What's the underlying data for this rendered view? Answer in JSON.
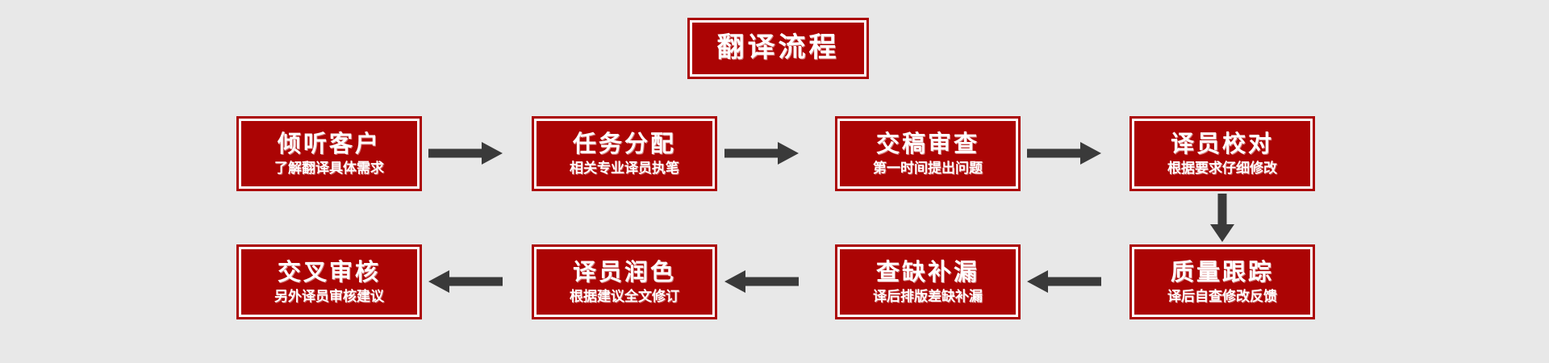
{
  "diagram": {
    "title": "翻译流程",
    "background_color": "#e8e8e8",
    "box_fill_color": "#ab0404",
    "box_border_color": "#ab0404",
    "box_inner_border_color": "#ffffff",
    "text_color": "#ffffff",
    "arrow_color": "#3a3a3a"
  },
  "nodes": [
    {
      "id": "step1",
      "title": "倾听客户",
      "subtitle": "了解翻译具体需求",
      "row": 1,
      "order": 1
    },
    {
      "id": "step2",
      "title": "任务分配",
      "subtitle": "相关专业译员执笔",
      "row": 1,
      "order": 2
    },
    {
      "id": "step3",
      "title": "交稿审查",
      "subtitle": "第一时间提出问题",
      "row": 1,
      "order": 3
    },
    {
      "id": "step4",
      "title": "译员校对",
      "subtitle": "根据要求仔细修改",
      "row": 1,
      "order": 4
    },
    {
      "id": "step5",
      "title": "质量跟踪",
      "subtitle": "译后自查修改反馈",
      "row": 2,
      "order": 5
    },
    {
      "id": "step6",
      "title": "查缺补漏",
      "subtitle": "译后排版差缺补漏",
      "row": 2,
      "order": 6
    },
    {
      "id": "step7",
      "title": "译员润色",
      "subtitle": "根据建议全文修订",
      "row": 2,
      "order": 7
    },
    {
      "id": "step8",
      "title": "交叉审核",
      "subtitle": "另外译员审核建议",
      "row": 2,
      "order": 8
    }
  ],
  "arrows": [
    {
      "id": "a1",
      "from": "step1",
      "to": "step2",
      "direction": "right"
    },
    {
      "id": "a2",
      "from": "step2",
      "to": "step3",
      "direction": "right"
    },
    {
      "id": "a3",
      "from": "step3",
      "to": "step4",
      "direction": "right"
    },
    {
      "id": "a4",
      "from": "step4",
      "to": "step5",
      "direction": "down"
    },
    {
      "id": "a5",
      "from": "step5",
      "to": "step6",
      "direction": "left"
    },
    {
      "id": "a6",
      "from": "step6",
      "to": "step7",
      "direction": "left"
    },
    {
      "id": "a7",
      "from": "step7",
      "to": "step8",
      "direction": "left"
    }
  ]
}
